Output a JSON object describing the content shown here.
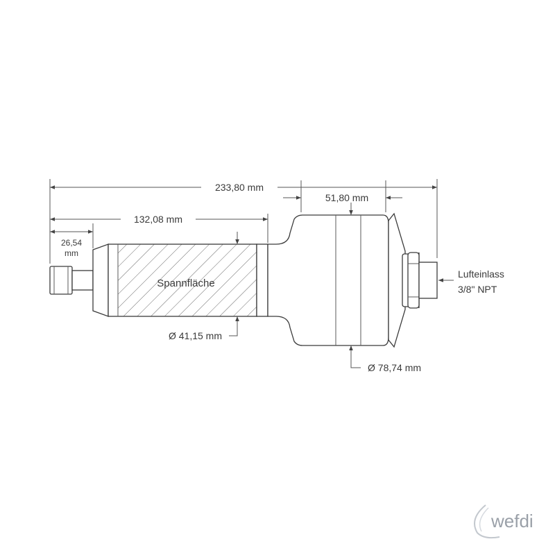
{
  "dimensions": {
    "total_length": "233,80 mm",
    "body_length": "51,80 mm",
    "clamp_to_end": "132,08 mm",
    "collet_length_value": "26,54",
    "collet_length_unit": "mm",
    "clamp_diameter": "Ø 41,15 mm",
    "body_diameter": "Ø 78,74 mm"
  },
  "labels": {
    "clamping_area": "Spannfläche",
    "air_inlet_line1": "Lufteinlass",
    "air_inlet_line2": "3/8\" NPT"
  },
  "logo": {
    "text": "wefdi"
  },
  "colors": {
    "line": "#3a3a3a",
    "logo": "#9aa0a8"
  }
}
